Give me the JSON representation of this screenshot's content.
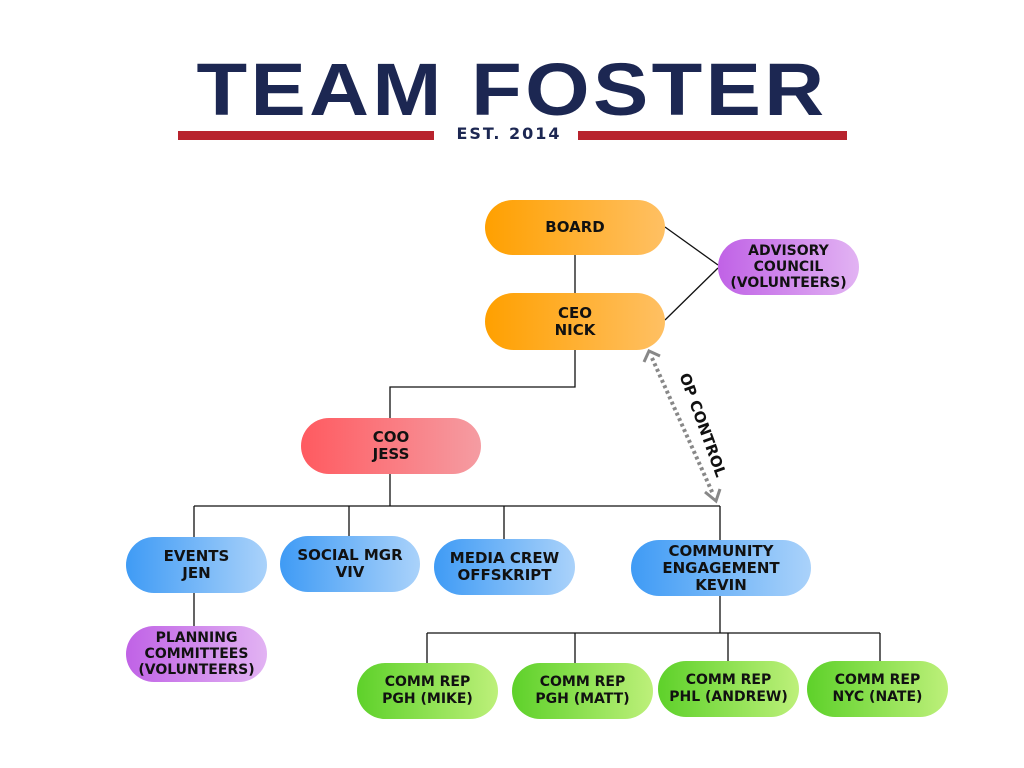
{
  "logo": {
    "title": "TEAM FOSTER",
    "established": "EST. 2014",
    "colors": {
      "navy": "#1c2752",
      "red": "#b8232e"
    }
  },
  "annotation": {
    "op_control": "OP CONTROL"
  },
  "nodes": {
    "board": {
      "lines": [
        "BOARD"
      ]
    },
    "ceo": {
      "lines": [
        "CEO",
        "NICK"
      ]
    },
    "advisory": {
      "lines": [
        "ADVISORY",
        "COUNCIL",
        "(VOLUNTEERS)"
      ]
    },
    "coo": {
      "lines": [
        "COO",
        "JESS"
      ]
    },
    "events": {
      "lines": [
        "EVENTS",
        "JEN"
      ]
    },
    "social": {
      "lines": [
        "SOCIAL MGR",
        "VIV"
      ]
    },
    "media": {
      "lines": [
        "MEDIA CREW",
        "OFFSKRIPT"
      ]
    },
    "community": {
      "lines": [
        "COMMUNITY",
        "ENGAGEMENT",
        "KEVIN"
      ]
    },
    "planning": {
      "lines": [
        "PLANNING",
        "COMMITTEES",
        "(VOLUNTEERS)"
      ]
    },
    "rep_mike": {
      "lines": [
        "COMM REP",
        "PGH (MIKE)"
      ]
    },
    "rep_matt": {
      "lines": [
        "COMM REP",
        "PGH (MATT)"
      ]
    },
    "rep_andrew": {
      "lines": [
        "COMM REP",
        "PHL (ANDREW)"
      ]
    },
    "rep_nate": {
      "lines": [
        "COMM REP",
        "NYC (NATE)"
      ]
    }
  }
}
